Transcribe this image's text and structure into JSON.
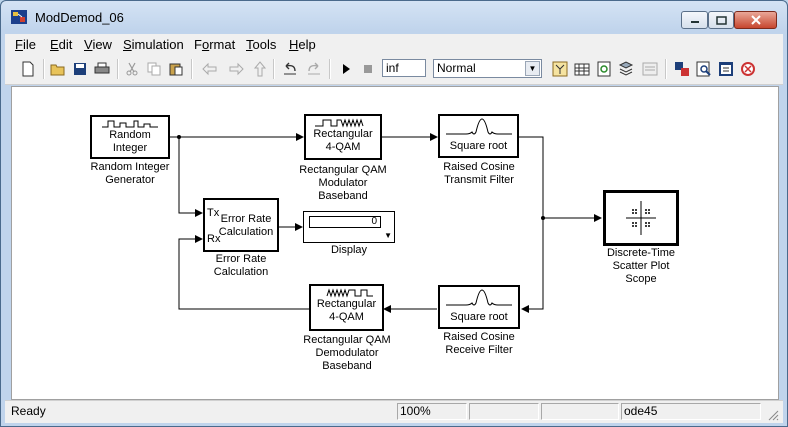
{
  "window": {
    "title": "ModDemod_06"
  },
  "menu": [
    "File",
    "Edit",
    "View",
    "Simulation",
    "Format",
    "Tools",
    "Help"
  ],
  "menu_underline": [
    "F",
    "E",
    "V",
    "S",
    "o",
    "T",
    "H"
  ],
  "toolbar": {
    "stop_time": "inf",
    "sim_mode": "Normal"
  },
  "blocks": {
    "random_integer": {
      "text": "Random\nInteger",
      "label": "Random Integer\nGenerator"
    },
    "qam_mod": {
      "text": "Rectangular\n4-QAM",
      "label": "Rectangular QAM\nModulator\nBaseband"
    },
    "tx_filter": {
      "text": "Square root",
      "label": "Raised Cosine\nTransmit Filter"
    },
    "error_rate": {
      "text": "Error Rate\nCalculation",
      "port_tx": "Tx",
      "port_rx": "Rx",
      "label": "Error Rate\nCalculation"
    },
    "display": {
      "value": "0",
      "label": "Display"
    },
    "scope": {
      "label": "Discrete-Time\nScatter Plot\nScope"
    },
    "qam_demod": {
      "text": "Rectangular\n4-QAM",
      "label": "Rectangular QAM\nDemodulator\nBaseband"
    },
    "rx_filter": {
      "text": "Square root",
      "label": "Raised Cosine\nReceive Filter"
    }
  },
  "status": {
    "state": "Ready",
    "zoom": "100%",
    "solver": "ode45"
  }
}
